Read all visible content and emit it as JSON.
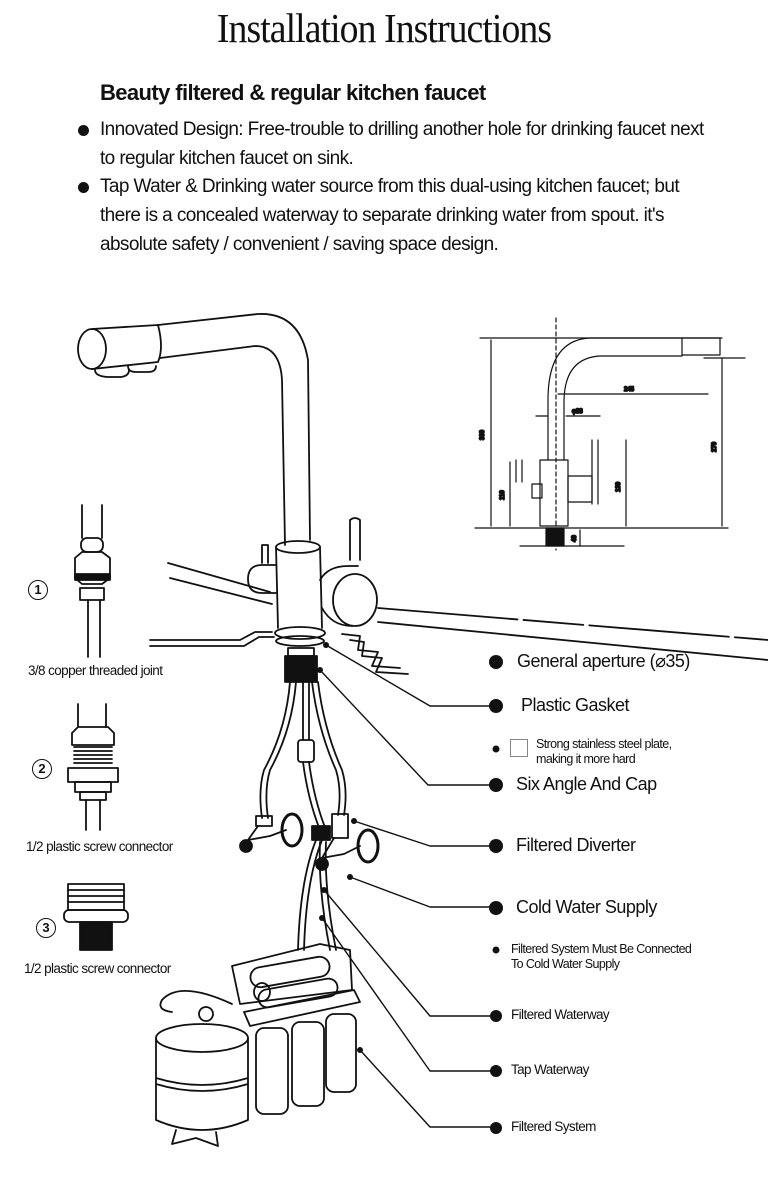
{
  "header": {
    "title": "Installation Instructions",
    "subtitle": "Beauty filtered & regular kitchen faucet"
  },
  "bullets": [
    "Innovated Design: Free-trouble to drilling another hole for drinking faucet next to regular kitchen faucet on sink.",
    "Tap Water & Drinking water source from this dual-using kitchen faucet; but there is a concealed waterway to separate drinking water from spout. it's absolute safety / convenient / saving space design."
  ],
  "dimensions": {
    "total_height": "300",
    "spout_reach": "245",
    "pipe_diameter": "φ28",
    "spout_clearance": "270",
    "left_handle_height": "110",
    "right_handle_height": "130",
    "thread_length": "40"
  },
  "connectors": [
    {
      "number": "①",
      "label": "3/8 copper threaded joint"
    },
    {
      "number": "②",
      "label": "1/2 plastic screw connector"
    },
    {
      "number": "③",
      "label": "1/2 plastic screw connector"
    }
  ],
  "callouts": {
    "general_aperture": "General aperture (⌀35)",
    "plastic_gasket": "Plastic Gasket",
    "steel_plate_line1": "Strong stainless steel plate,",
    "steel_plate_line2": "making it more hard",
    "six_angle_cap": "Six Angle And Cap",
    "filtered_diverter": "Filtered Diverter",
    "cold_water_supply": "Cold Water Supply",
    "cold_note_line1": "Filtered System Must Be Connected",
    "cold_note_line2": "To Cold Water Supply",
    "filtered_waterway": "Filtered Waterway",
    "tap_waterway": "Tap Waterway",
    "filtered_system": "Filtered System"
  }
}
